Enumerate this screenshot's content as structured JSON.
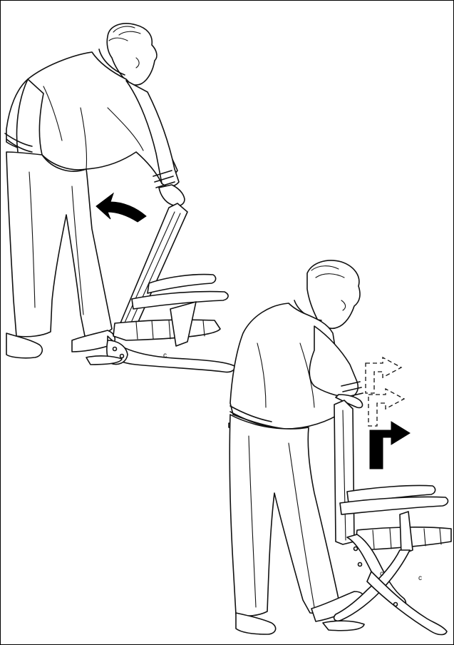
{
  "figures": [
    {
      "name": "step-top",
      "action": "lift-backrest"
    },
    {
      "name": "step-bottom",
      "action": "raise-backrest-positions"
    }
  ],
  "arrows": {
    "top": {
      "type": "curved",
      "color": "#000000"
    },
    "bottom": {
      "type": "stepped",
      "color": "#000000",
      "ghost_count": 2
    }
  }
}
